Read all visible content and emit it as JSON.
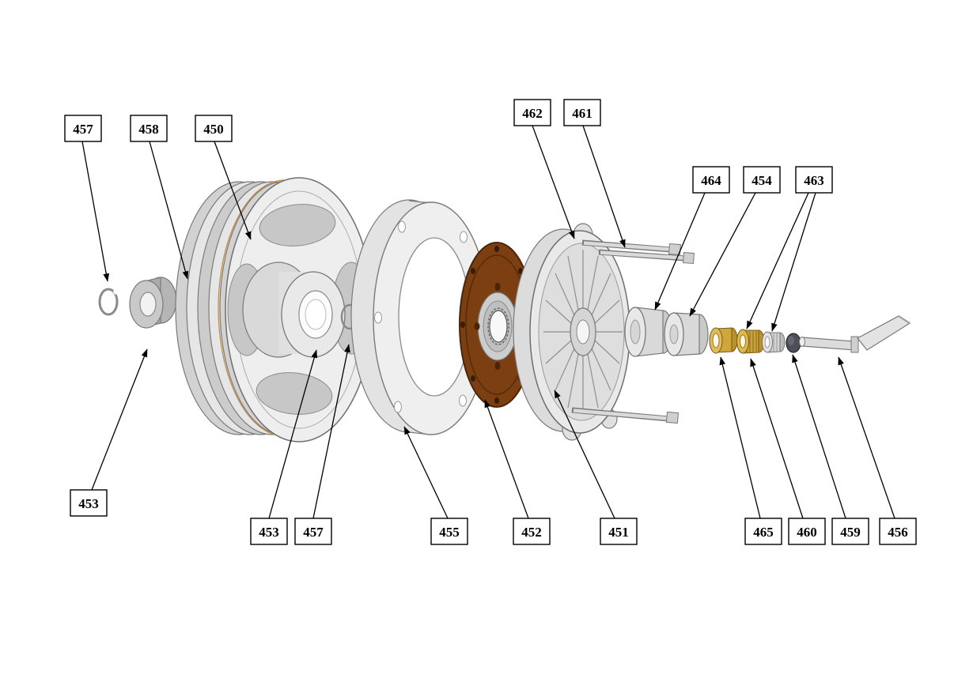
{
  "figure": {
    "type": "exploded-parts-diagram",
    "callouts": [
      {
        "label": "457",
        "target": "retaining-ring-left"
      },
      {
        "label": "458",
        "target": "circlip"
      },
      {
        "label": "450",
        "target": "pulley"
      },
      {
        "label": "462",
        "target": "cover-bolt-upper"
      },
      {
        "label": "461",
        "target": "cover-bolt"
      },
      {
        "label": "464",
        "target": "spacer-roller-large"
      },
      {
        "label": "454",
        "target": "spacer-roller-small"
      },
      {
        "label": "463",
        "target": "needle-bearings"
      },
      {
        "label": "453",
        "target": "hub-bearing"
      },
      {
        "label": "453",
        "target": "pulley-hub"
      },
      {
        "label": "457",
        "target": "retaining-ring-right"
      },
      {
        "label": "455",
        "target": "spacer-drum"
      },
      {
        "label": "452",
        "target": "clutch-disc"
      },
      {
        "label": "451",
        "target": "pressure-plate"
      },
      {
        "label": "465",
        "target": "brass-bushing"
      },
      {
        "label": "460",
        "target": "needle-cage"
      },
      {
        "label": "459",
        "target": "end-cap"
      },
      {
        "label": "456",
        "target": "crank-shaft"
      }
    ],
    "colors": {
      "background": "#ffffff",
      "line": "#000000",
      "metal_light": "#ececec",
      "metal_mid": "#cfcfcf",
      "metal_dark": "#9a9a9a",
      "clutch_disc_brown": "#7b3f12",
      "brass": "#cfa53d",
      "dark_cap": "#4e4e5a"
    }
  }
}
